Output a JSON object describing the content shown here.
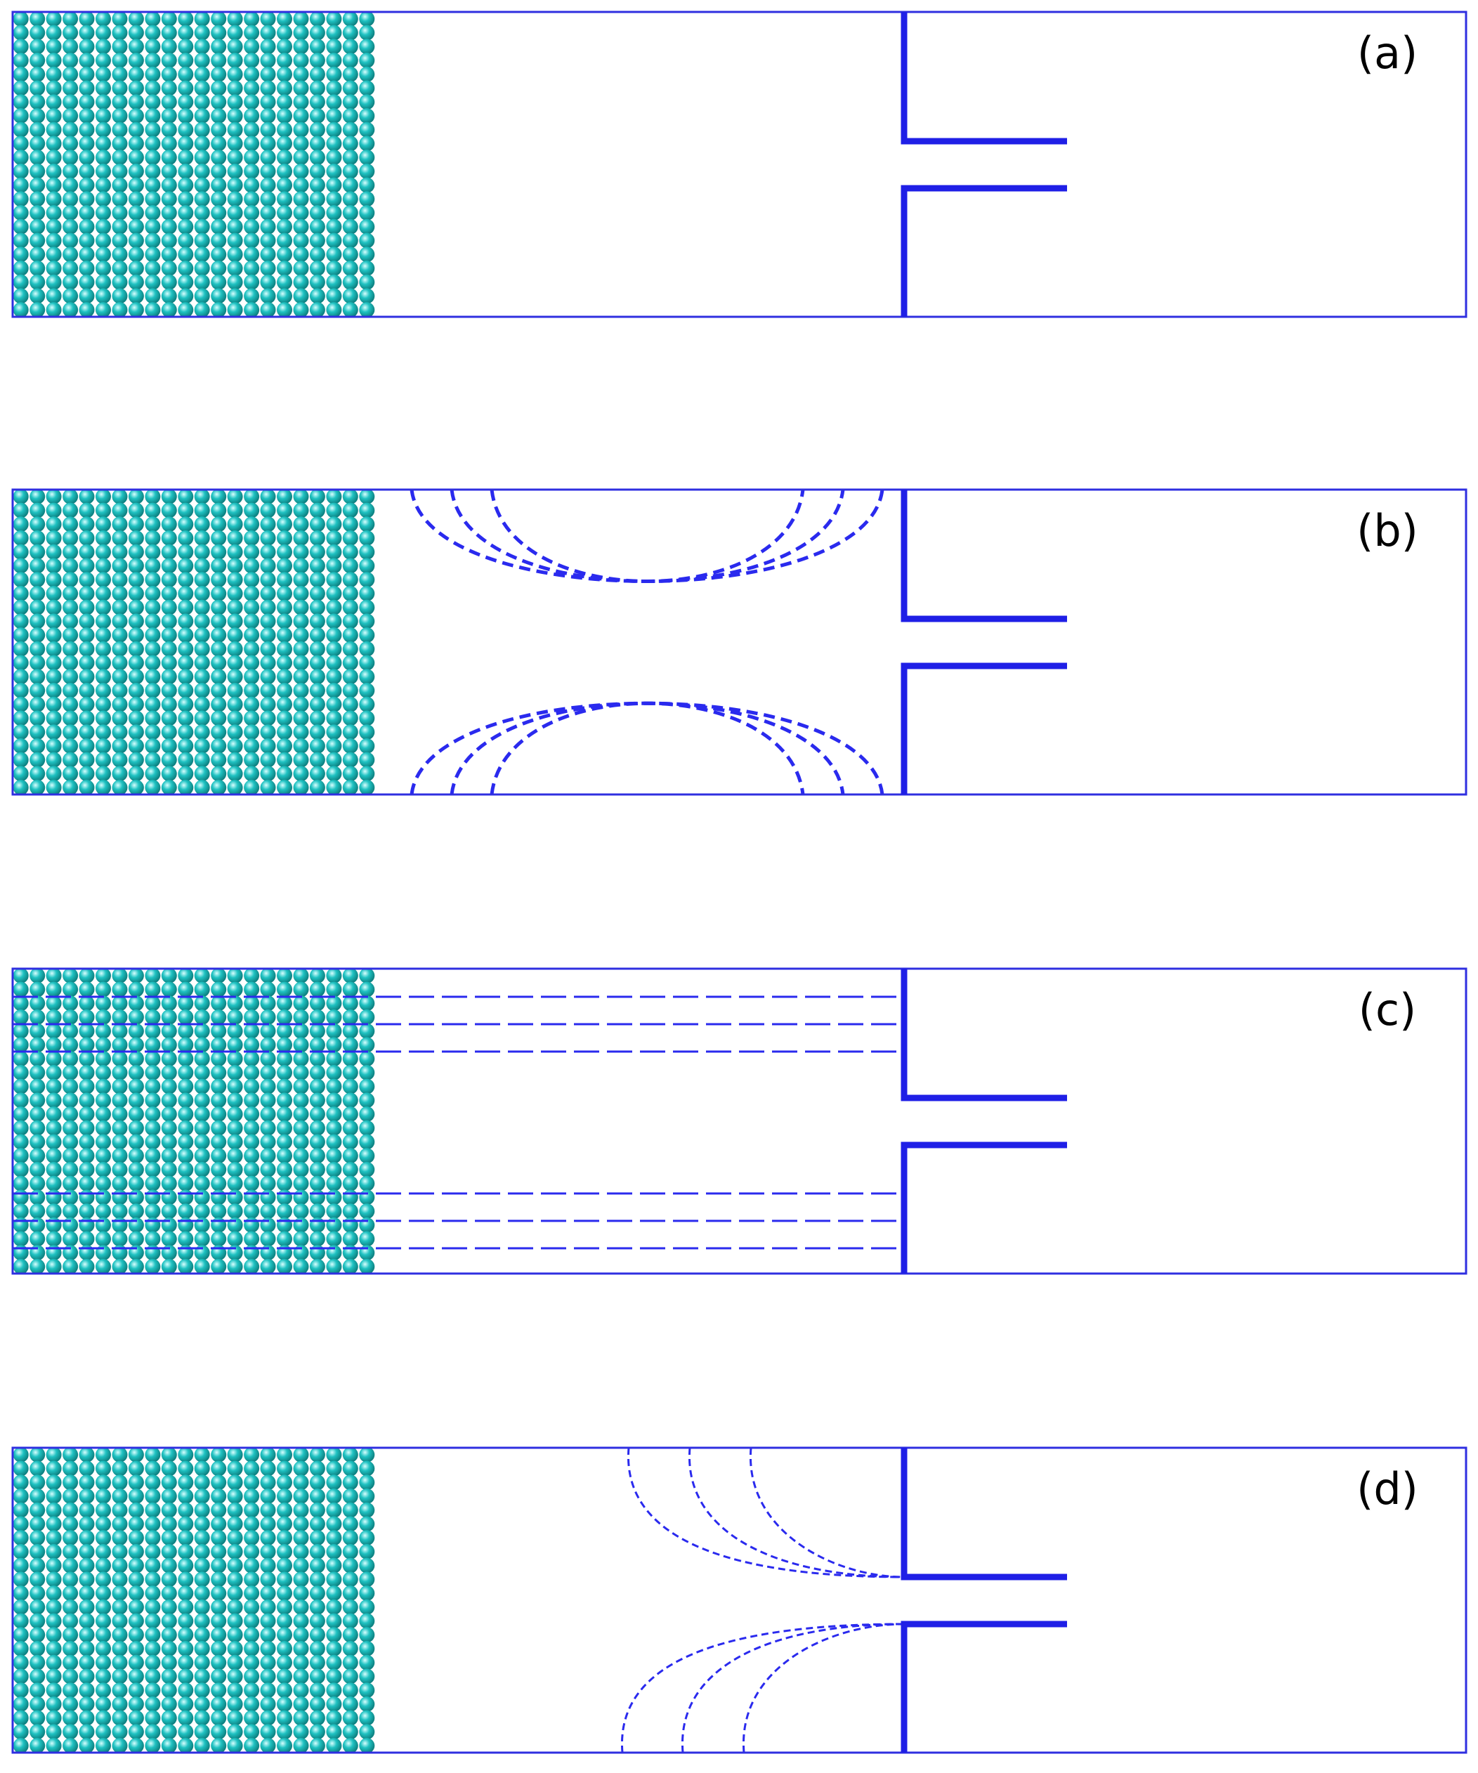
{
  "colors": {
    "frame": "#2f2fe0",
    "walls": "#1f1fe6",
    "flow": "#2a2aee",
    "particle": "#1fc2c2",
    "particle_edge": "#0d7f7f",
    "particle_highlight": "#d8ffff",
    "gap": "#ffffff"
  },
  "panels": [
    {
      "label": "(a)",
      "flow_pattern": "none"
    },
    {
      "label": "(b)",
      "flow_pattern": "arcs-toward-centerline"
    },
    {
      "label": "(c)",
      "flow_pattern": "parallel-horizontal-lines"
    },
    {
      "label": "(d)",
      "flow_pattern": "curves-converging-on-outlet"
    }
  ],
  "particle_block": {
    "columns": 22,
    "rows": 22
  }
}
